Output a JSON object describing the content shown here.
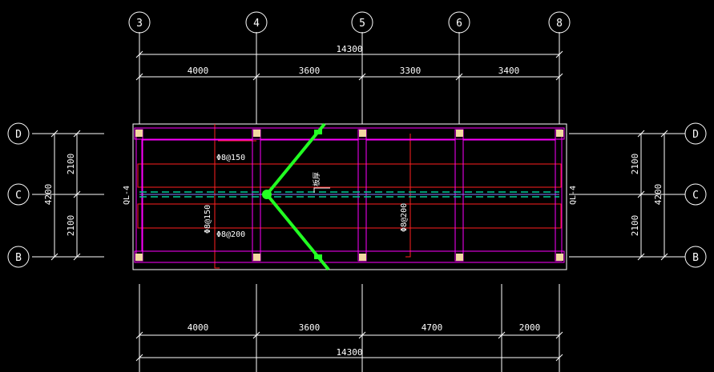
{
  "drawing": {
    "background": "#000000",
    "colors": {
      "grid": "#ffffff",
      "dim": "#ffffff",
      "beam": "#ff00ff",
      "rebar": "#ff0000",
      "outline": "#ffffff",
      "column": "#f2d8a0",
      "break_line": "#22ff22",
      "center_line": "#00cc99"
    }
  },
  "axes_top": [
    "3",
    "4",
    "5",
    "6",
    "8"
  ],
  "axes_side_left": [
    "D",
    "C",
    "B"
  ],
  "axes_side_right": [
    "D",
    "C",
    "B"
  ],
  "dims_top_total": "14300",
  "dims_top": [
    "4000",
    "3600",
    "3300",
    "3400"
  ],
  "dims_bottom": [
    "4000",
    "3600",
    "4700",
    "2000"
  ],
  "dims_bottom_total": "14300",
  "dims_left_total": "4200",
  "dims_left": [
    "2100",
    "2100"
  ],
  "dims_right_total": "4200",
  "dims_right": [
    "2100",
    "2100"
  ],
  "labels": {
    "ql_left": "QL-4",
    "ql_right": "QL-4",
    "rebar_top": "Φ8@150",
    "rebar_mid_vertical": "Φ8@150",
    "rebar_bottom": "Φ8@200",
    "rebar_right_vertical": "Φ8@200",
    "small_note": "板厚"
  }
}
